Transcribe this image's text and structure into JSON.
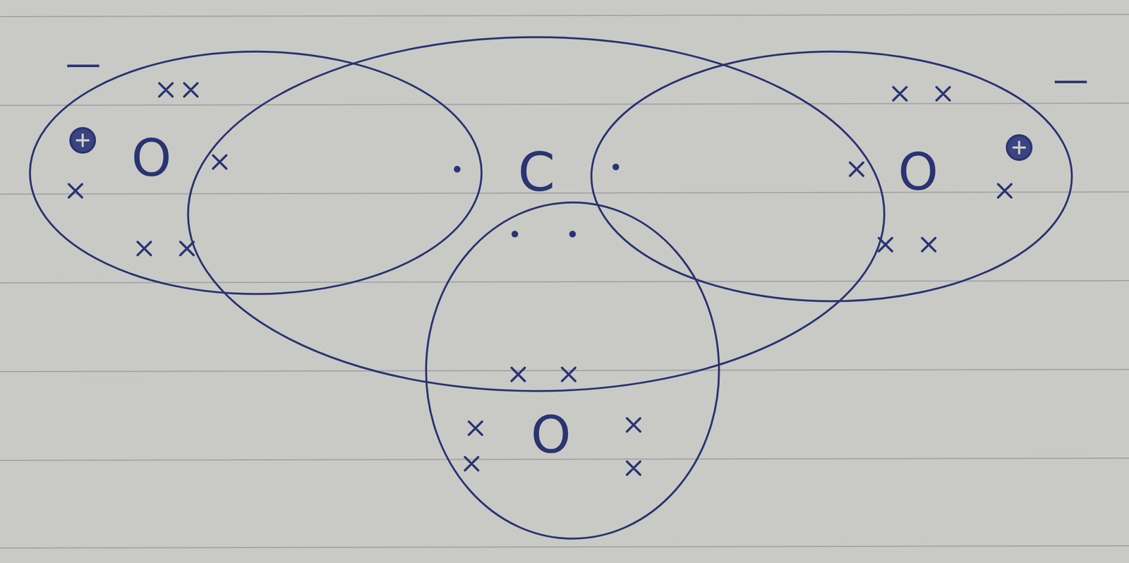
{
  "diagram": {
    "nodes": [
      {
        "text": [
          "O"
        ]
      },
      {
        "text": [
          "C"
        ]
      },
      {
        "text": [
          "O"
        ]
      },
      {
        "text": [
          "O"
        ]
      }
    ],
    "labels": [
      "—",
      "—"
    ]
  }
}
